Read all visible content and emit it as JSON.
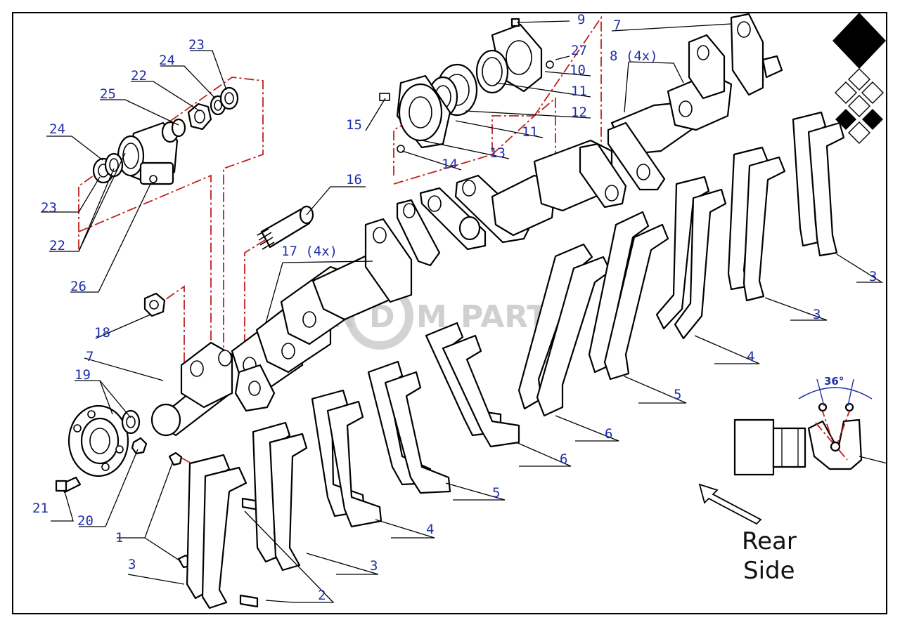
{
  "callouts": {
    "n1": "1",
    "n2": "2",
    "n3a": "3",
    "n3b": "3",
    "n3c": "3",
    "n3d": "3",
    "n4a": "4",
    "n4b": "4",
    "n5a": "5",
    "n5b": "5",
    "n6a": "6",
    "n6b": "6",
    "n7a": "7",
    "n7b": "7",
    "n8": "8 (4x)",
    "n9": "9",
    "n10": "10",
    "n11a": "11",
    "n11b": "11",
    "n12": "12",
    "n13": "13",
    "n14": "14",
    "n15": "15",
    "n16": "16",
    "n17": "17 (4x)",
    "n18": "18",
    "n19": "19",
    "n20": "20",
    "n21": "21",
    "n22a": "22",
    "n22b": "22",
    "n23a": "23",
    "n23b": "23",
    "n24a": "24",
    "n24b": "24",
    "n25": "25",
    "n26": "26",
    "n27": "27"
  },
  "inset": {
    "angle_label": "36°"
  },
  "direction": {
    "line1": "Rear",
    "line2": "Side"
  },
  "watermark": {
    "text_r": "R",
    "text_d": "D",
    "text_m": "M",
    "text_parts": "PARTS"
  },
  "colors": {
    "callout": "#1f2fa8",
    "hidden_line": "#c0201e",
    "outline": "#000000"
  }
}
